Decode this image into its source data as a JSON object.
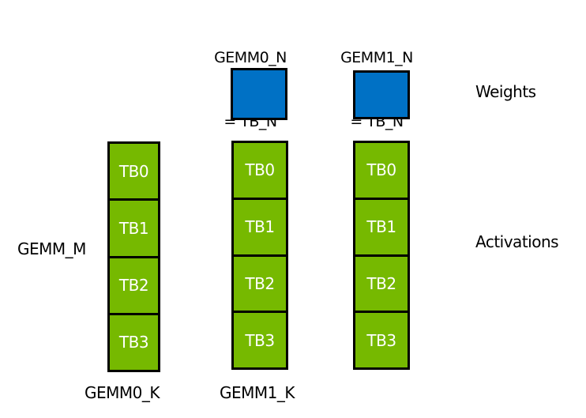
{
  "diagram": {
    "colors": {
      "background": "#ffffff",
      "weight_fill": "#0071C5",
      "activation_fill": "#76B900",
      "outline": "#000000",
      "block_label": "#ffffff",
      "text": "#000000"
    },
    "top_labels": [
      {
        "line1": "GEMM0_N",
        "line2": "= TB_N"
      },
      {
        "line1": "GEMM1_N",
        "line2": "= TB_N"
      }
    ],
    "right_labels": {
      "weights": "Weights",
      "activations": "Activations"
    },
    "left_label": "GEMM_M",
    "bottom_labels": {
      "gemm0_k": "GEMM0_K",
      "gemm1_k": "GEMM1_K"
    },
    "weight_blocks": [
      {
        "name": "weights-gemm0"
      },
      {
        "name": "weights-gemm1"
      }
    ],
    "columns": [
      {
        "blocks": [
          "TB0",
          "TB1",
          "TB2",
          "TB3"
        ]
      },
      {
        "blocks": [
          "TB0",
          "TB1",
          "TB2",
          "TB3"
        ]
      },
      {
        "blocks": [
          "TB0",
          "TB1",
          "TB2",
          "TB3"
        ]
      }
    ]
  }
}
